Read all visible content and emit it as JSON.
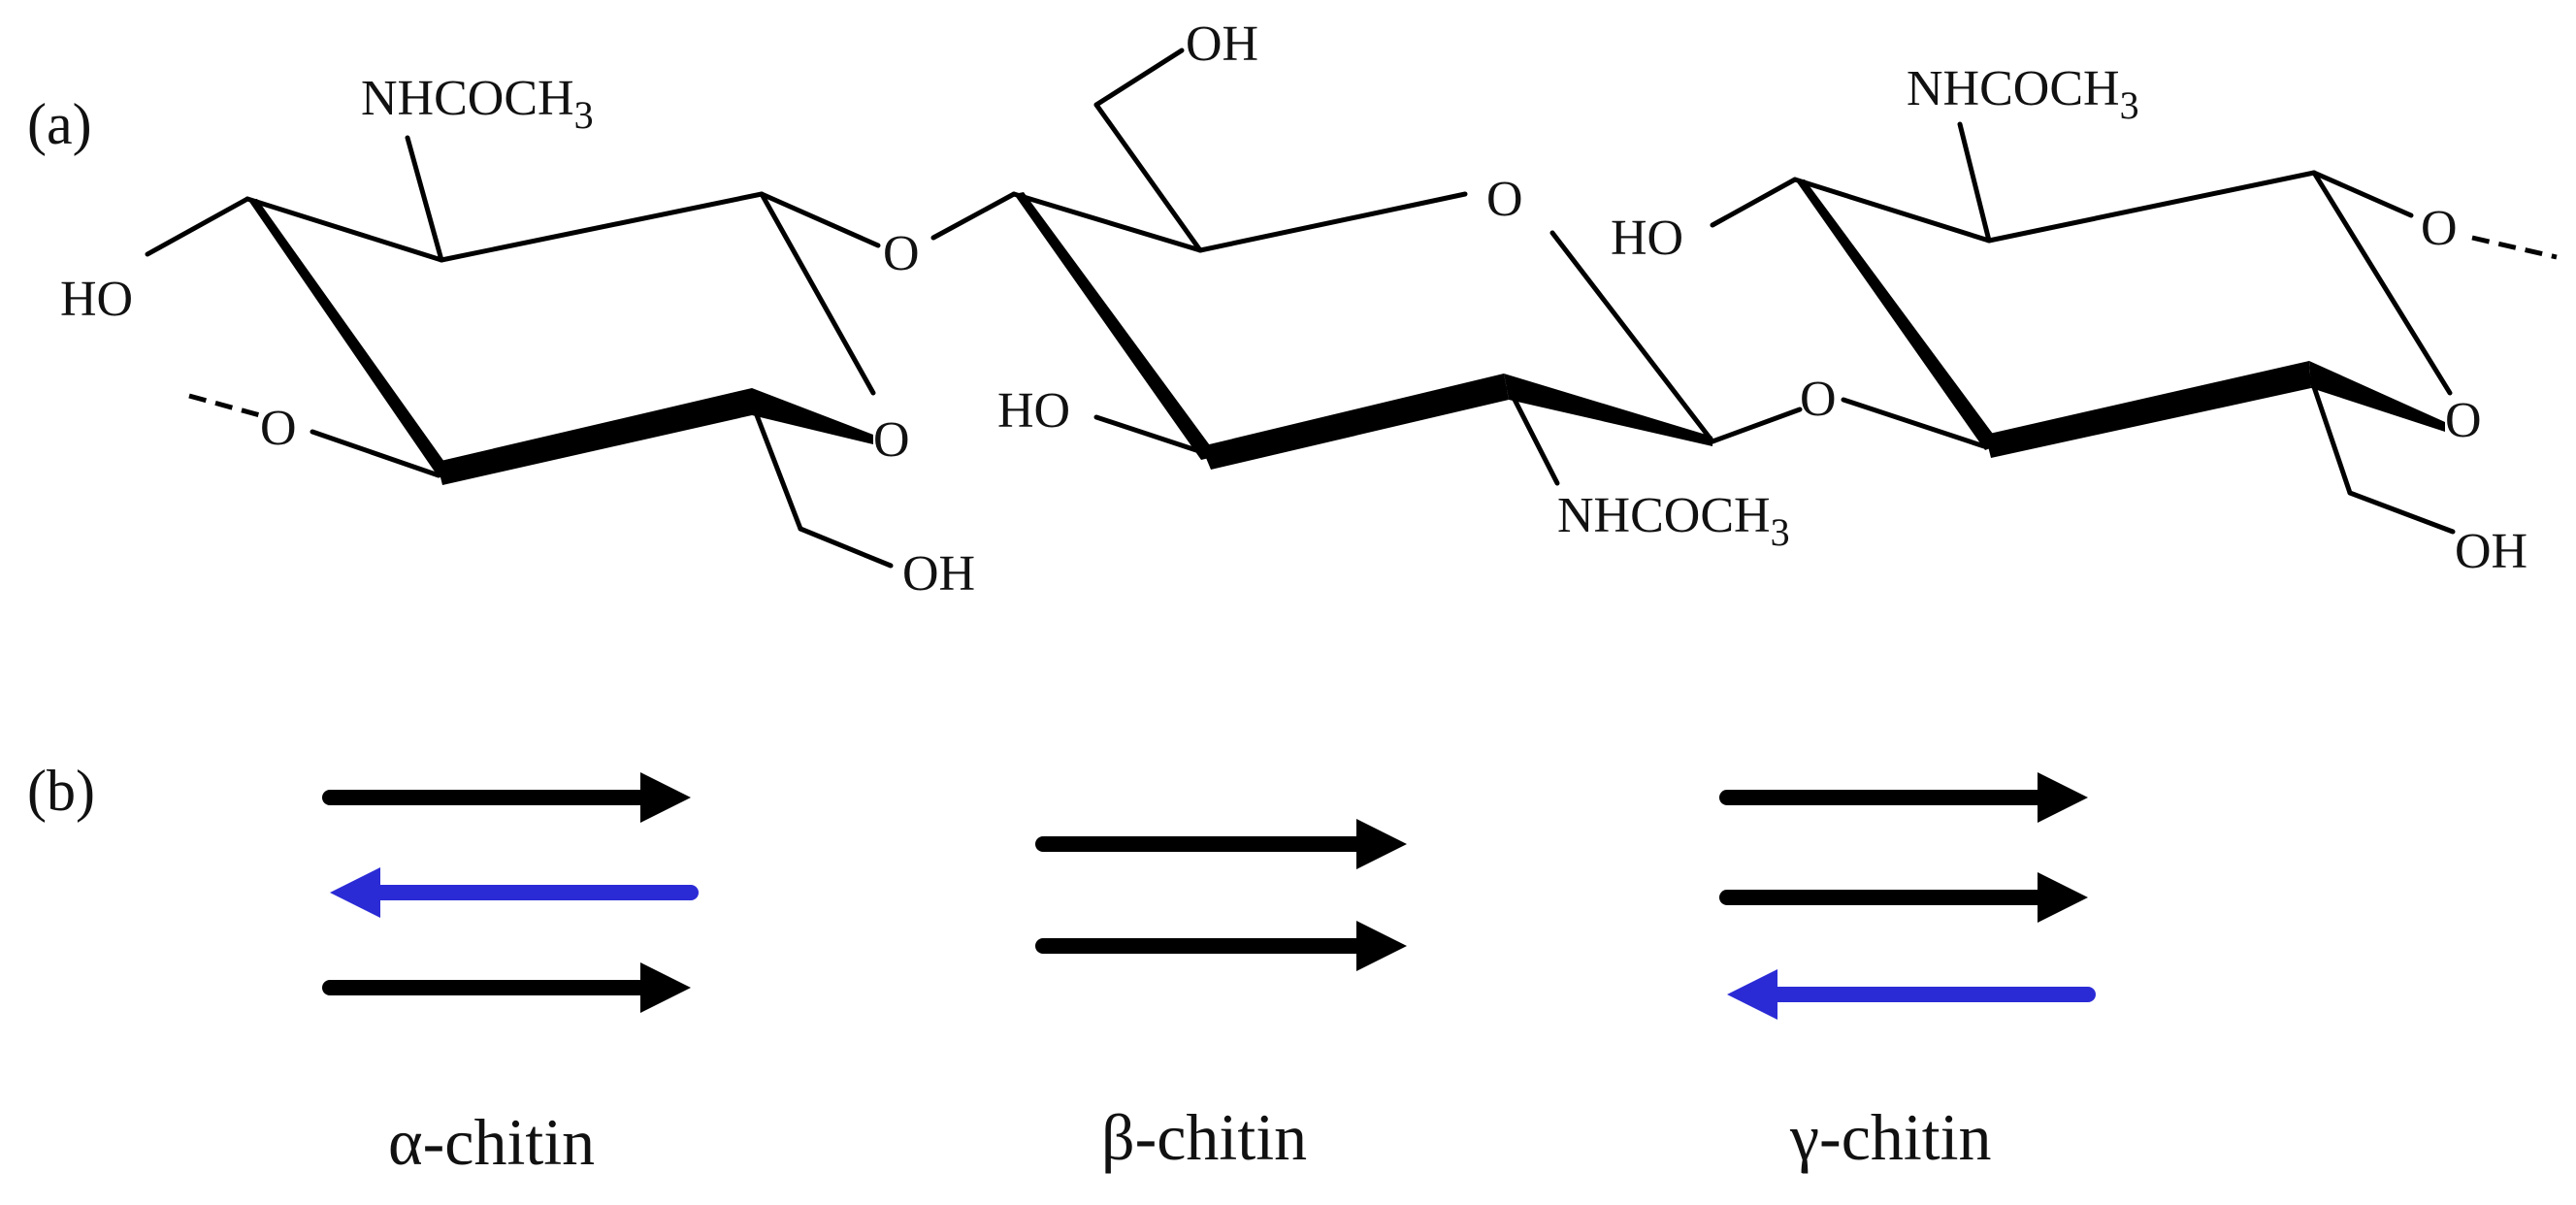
{
  "panel_a_label": "(a)",
  "panel_b_label": "(b)",
  "ring1": {
    "top_substituent": "NHCOCH",
    "top_substituent_sub": "3",
    "left_group": "HO",
    "left_link_o": "O",
    "ring_o": "O",
    "bottom_group": "OH"
  },
  "link_o_12": "O",
  "ring2": {
    "top_group": "OH",
    "ring_o": "O",
    "left_group": "HO",
    "bottom_substituent": "NHCOCH",
    "bottom_substituent_sub": "3"
  },
  "link_o_23": "O",
  "ring3": {
    "top_substituent": "NHCOCH",
    "top_substituent_sub": "3",
    "left_group": "HO",
    "right_link_o": "O",
    "ring_o": "O",
    "bottom_group": "OH"
  },
  "chain_colors": {
    "parallel": "#000000",
    "antiparallel": "#2b2bd6"
  },
  "polymorphs": [
    {
      "name": "α-chitin",
      "chains": [
        "right",
        "left",
        "right"
      ]
    },
    {
      "name": "β-chitin",
      "chains": [
        "right",
        "right"
      ]
    },
    {
      "name": "γ-chitin",
      "chains": [
        "right",
        "right",
        "left"
      ]
    }
  ]
}
